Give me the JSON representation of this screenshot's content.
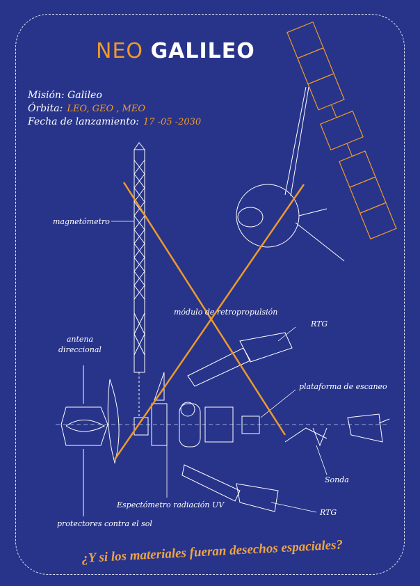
{
  "logo": {
    "neo": "NEO",
    "galileo": "GALILEO"
  },
  "mission": {
    "mission_label": "Misión:",
    "mission_value": "Galileo",
    "orbit_label": "Órbita:",
    "orbit_value": "LEO, GEO , MEO",
    "launch_label": "Fecha de lanzamiento:",
    "launch_value": "17 -05 -2030"
  },
  "labels": {
    "magnetometer": "magnetómetro",
    "retro": "módulo de retropropulsión",
    "rtg_top": "RTG",
    "antenna": "antena\ndireccional",
    "scan": "plataforma de escaneo",
    "probe": "Sonda",
    "uv": "Espectómetro radiación UV",
    "rtg_bottom": "RTG",
    "sun": "protectores contra el sol"
  },
  "question": "¿Y si los materiales fueran desechos espaciales?",
  "colors": {
    "background": "#28348a",
    "accent": "#ee9a2b"
  }
}
